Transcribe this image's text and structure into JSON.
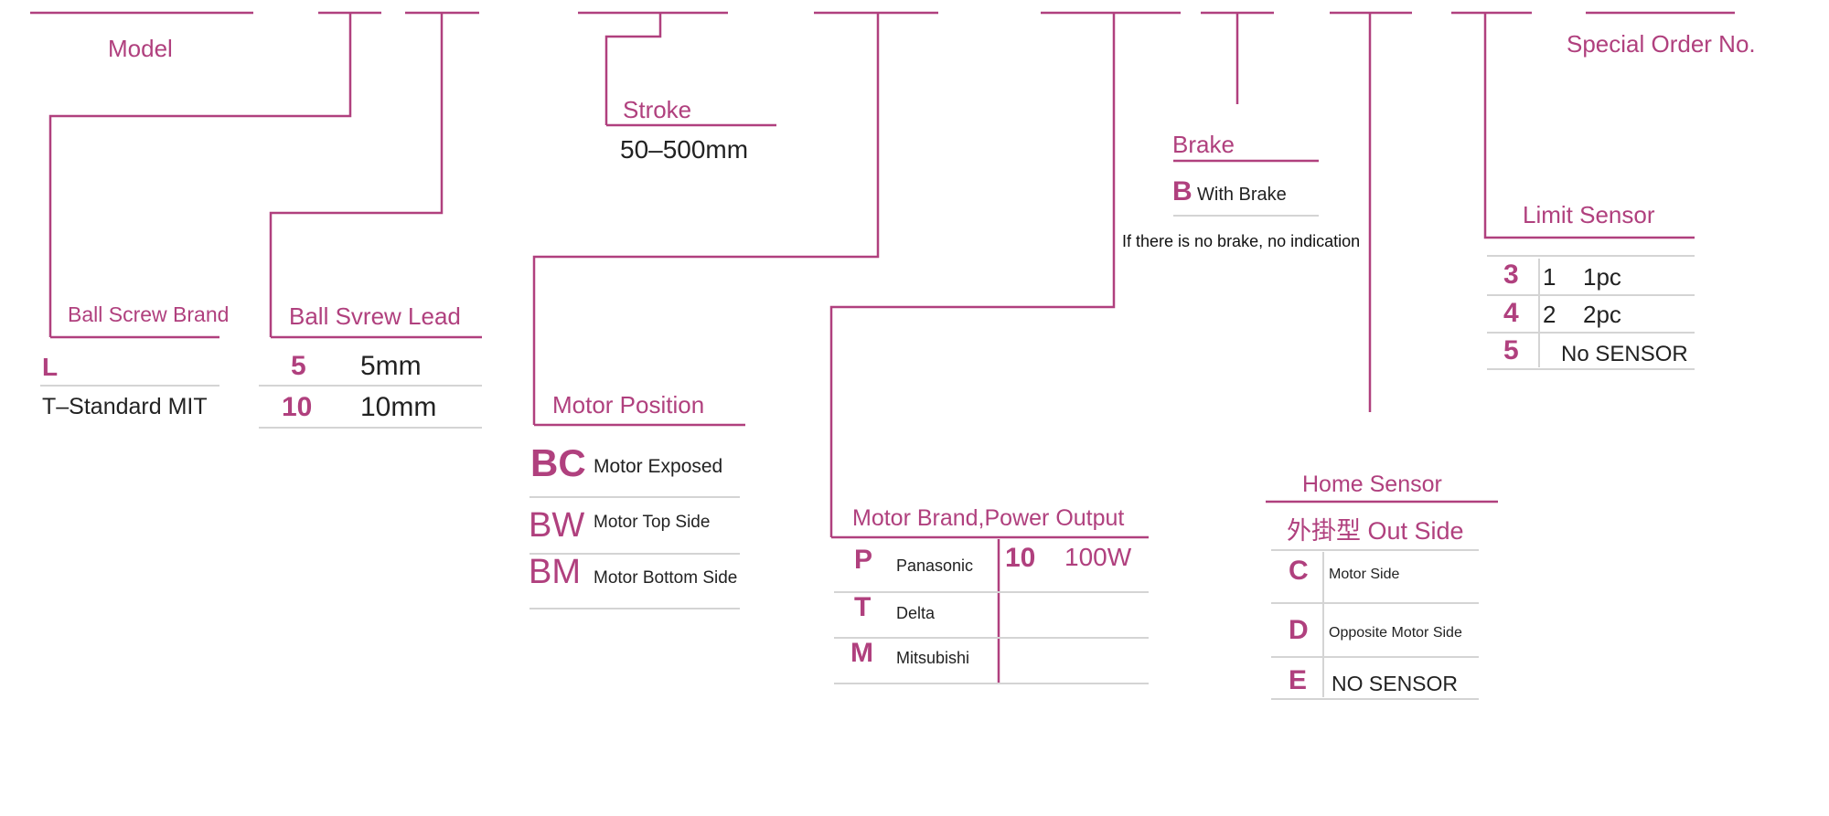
{
  "colors": {
    "accent": "#b0407e",
    "text": "#222222",
    "rule": "#d4d4d4"
  },
  "model": {
    "heading": "Model"
  },
  "special_order": {
    "heading": "Special Order No."
  },
  "stroke": {
    "heading": "Stroke",
    "value": "50–500mm"
  },
  "ball_screw_brand": {
    "heading": "Ball Screw Brand",
    "code": "L",
    "description": "T–Standard MIT"
  },
  "ball_screw_lead": {
    "heading": "Ball Svrew Lead",
    "options": [
      {
        "code": "5",
        "label": "5mm"
      },
      {
        "code": "10",
        "label": "10mm"
      }
    ]
  },
  "motor_position": {
    "heading": "Motor Position",
    "options": [
      {
        "code": "BC",
        "label": "Motor Exposed"
      },
      {
        "code": "BW",
        "label": "Motor Top Side"
      },
      {
        "code": "BM",
        "label": "Motor Bottom Side"
      }
    ]
  },
  "motor_brand": {
    "heading": "Motor Brand,Power Output",
    "brands": [
      {
        "code": "P",
        "label": "Panasonic"
      },
      {
        "code": "T",
        "label": "Delta"
      },
      {
        "code": "M",
        "label": "Mitsubishi"
      }
    ],
    "power": {
      "code": "10",
      "label": "100W"
    }
  },
  "brake": {
    "heading": "Brake",
    "code": "B",
    "label": "With Brake",
    "note": "If there is no brake, no indication"
  },
  "home_sensor": {
    "heading": "Home Sensor",
    "subheading": "外掛型 Out Side",
    "options": [
      {
        "code": "C",
        "label": "Motor Side"
      },
      {
        "code": "D",
        "label": "Opposite Motor Side"
      },
      {
        "code": "E",
        "label": "NO SENSOR"
      }
    ]
  },
  "limit_sensor": {
    "heading": "Limit Sensor",
    "options": [
      {
        "code": "3",
        "qty": "1",
        "label": "1pc"
      },
      {
        "code": "4",
        "qty": "2",
        "label": "2pc"
      },
      {
        "code": "5",
        "qty": "",
        "label": "No SENSOR"
      }
    ]
  }
}
